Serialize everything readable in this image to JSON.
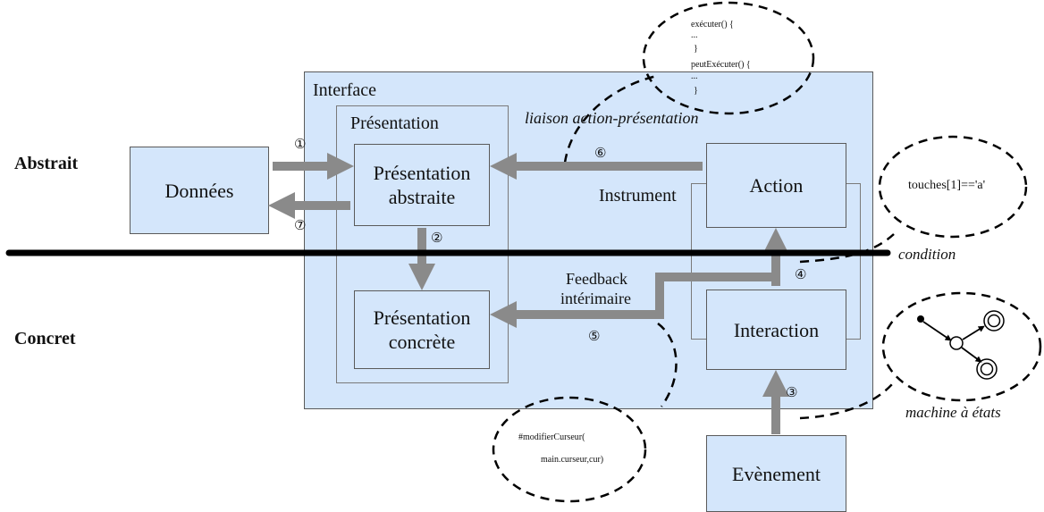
{
  "levels": {
    "abstract": "Abstrait",
    "concrete": "Concret"
  },
  "boxes": {
    "donnees": "Données",
    "interface": "Interface",
    "presentation": "Présentation",
    "pres_abstraite": "Présentation abstraite",
    "pres_concrete": "Présentation concrète",
    "instrument": "Instrument",
    "action": "Action",
    "interaction": "Interaction",
    "evenement": "Evènement"
  },
  "markers": {
    "m1": "①",
    "m2": "②",
    "m3": "③",
    "m4": "④",
    "m5": "⑤",
    "m6": "⑥",
    "m7": "⑦"
  },
  "feedback": {
    "line1": "Feedback",
    "line2": "intérimaire"
  },
  "callouts": {
    "liaison": "liaison action-présentation",
    "condition": "condition",
    "machine": "machine à états",
    "condition_code": "touches[1]=='a'",
    "cursor_code_1": "#modifierCurseur(",
    "cursor_code_2": "main.curseur,cur)",
    "exec_1": "exécuter() {",
    "exec_2": "...",
    "exec_3": "}",
    "exec_4": "peutExécuter() {",
    "exec_5": "...",
    "exec_6": "}"
  },
  "colors": {
    "box_fill": "#d4e6fb",
    "arrow": "#8a8a8a",
    "divider": "#000000"
  }
}
